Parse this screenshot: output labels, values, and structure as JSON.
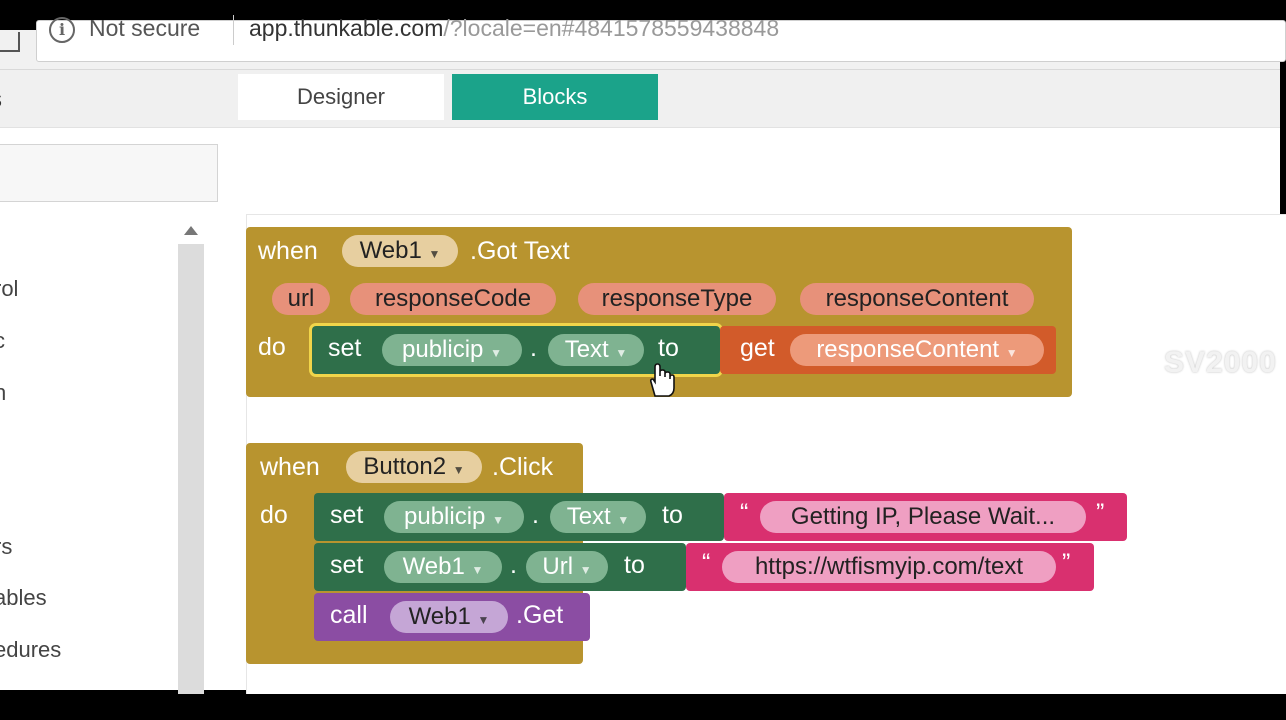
{
  "browser": {
    "security_label": "Not secure",
    "url_host": "app.thunkable.com",
    "url_rest": "/?locale=en#4841578559438848"
  },
  "header": {
    "left_fragment": "s",
    "tabs": [
      {
        "label": "Designer",
        "active": false
      },
      {
        "label": "Blocks",
        "active": true
      }
    ],
    "active_color": "#1ba38a"
  },
  "sidebar": {
    "items": [
      {
        "label": "rol"
      },
      {
        "label": "c"
      },
      {
        "label": "h"
      },
      {
        "label": "rs"
      },
      {
        "label": "ables"
      },
      {
        "label": "edures"
      }
    ]
  },
  "blocks": {
    "event1": {
      "when": "when",
      "component": "Web1",
      "event": ".Got Text",
      "params": [
        "url",
        "responseCode",
        "responseType",
        "responseContent"
      ],
      "do": "do",
      "set": "set",
      "target": "publicip",
      "dot": ".",
      "property": "Text",
      "to": "to",
      "get": "get",
      "get_var": "responseContent"
    },
    "event2": {
      "when": "when",
      "component": "Button2",
      "event": ".Click",
      "do": "do",
      "stmt1": {
        "set": "set",
        "target": "publicip",
        "dot": ".",
        "property": "Text",
        "to": "to",
        "text": "Getting IP, Please Wait..."
      },
      "stmt2": {
        "set": "set",
        "target": "Web1",
        "dot": ".",
        "property": "Url",
        "to": "to",
        "text": "https://wtfismyip.com/text"
      },
      "stmt3": {
        "call": "call",
        "target": "Web1",
        "method": ".Get"
      }
    },
    "quote_open": "“",
    "quote_close": "”"
  },
  "watermark": "SV2000",
  "colors": {
    "event": "#b8942f",
    "set_block": "#2f6f4a",
    "get_block": "#d25b2a",
    "text_block": "#d9306f",
    "call_block": "#8b4da3"
  }
}
